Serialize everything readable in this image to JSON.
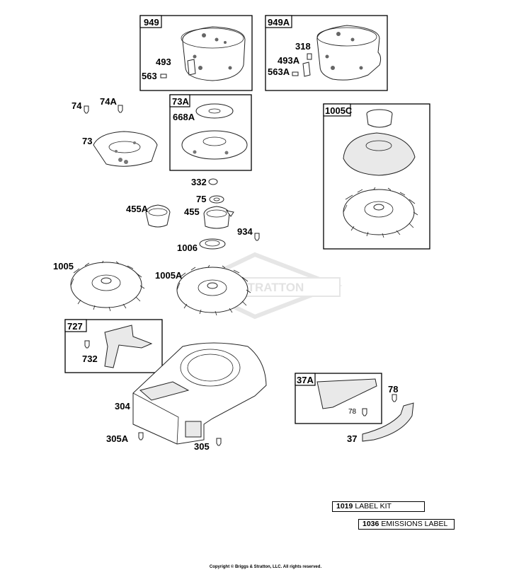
{
  "diagram": {
    "groups": {
      "g949": "949",
      "g949a": "949A",
      "g73a": "73A",
      "g1005c": "1005C",
      "g727": "727",
      "g37a": "37A"
    },
    "parts": {
      "p493": "493",
      "p563": "563",
      "p318": "318",
      "p493a": "493A",
      "p563a": "563A",
      "p74": "74",
      "p74a": "74A",
      "p73": "73",
      "p668a": "668A",
      "p332": "332",
      "p75": "75",
      "p455a": "455A",
      "p455": "455",
      "p934": "934",
      "p1006": "1006",
      "p1005": "1005",
      "p1005a": "1005A",
      "p732": "732",
      "p304": "304",
      "p305a": "305A",
      "p305": "305",
      "p78": "78",
      "p78in": "78",
      "p37": "37"
    },
    "watermark": "&STRATTON"
  },
  "kits": [
    {
      "num": "1019",
      "label": "LABEL KIT"
    },
    {
      "num": "1036",
      "label": "EMISSIONS LABEL"
    }
  ],
  "copyright": "Copyright © Briggs & Stratton, LLC. All rights reserved."
}
